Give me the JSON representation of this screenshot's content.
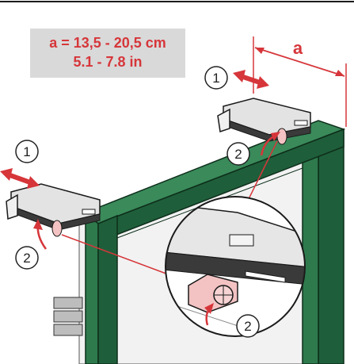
{
  "dimension_box": {
    "line1": "a = 13,5 - 20,5 cm",
    "line2": "5.1 - 7.8 in"
  },
  "dimension_label": "a",
  "step_labels": {
    "top_right_move": "1",
    "left_move": "1",
    "top_right_rotate": "2",
    "left_rotate": "2",
    "detail_rotate": "2"
  },
  "colors": {
    "frame_green": "#1f5e3a",
    "accent_red": "#d6363a",
    "box_gray": "#d9d9d9",
    "outline": "#1a1a1a"
  }
}
